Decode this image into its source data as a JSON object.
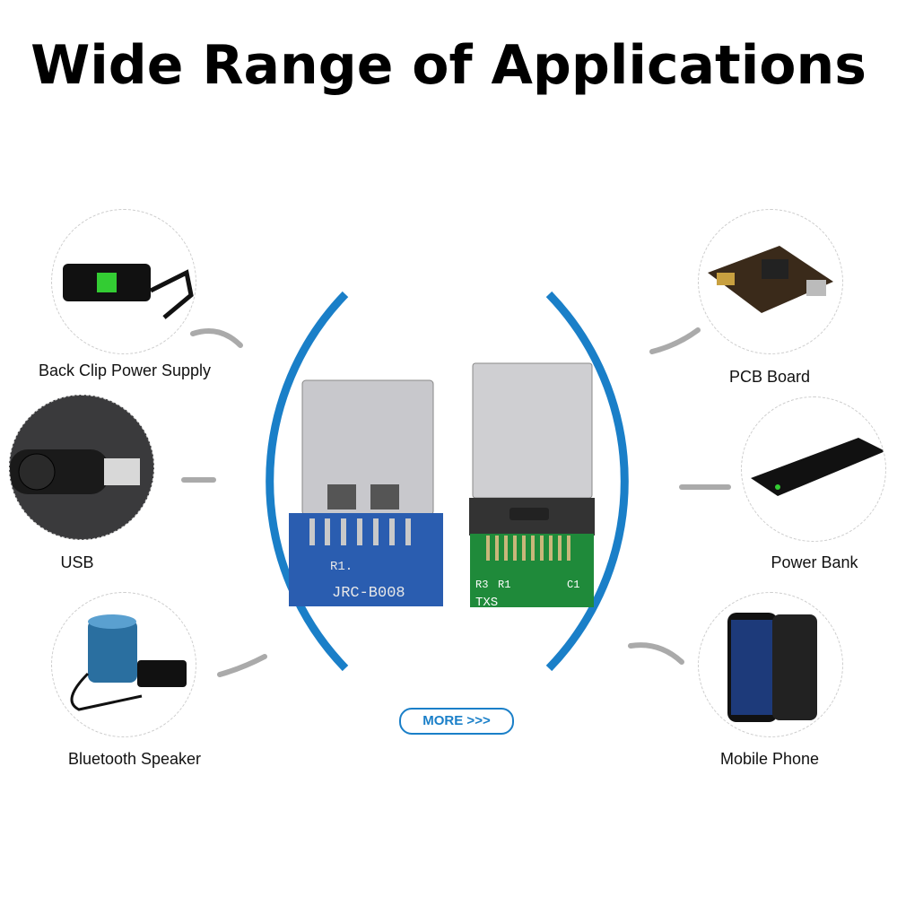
{
  "title": "Wide Range of Applications",
  "left_items": [
    {
      "label": "Back Clip Power Supply",
      "icon": "phone-battery-clip"
    },
    {
      "label": "USB",
      "icon": "usb-drive"
    },
    {
      "label": "Bluetooth Speaker",
      "icon": "bluetooth-speaker"
    }
  ],
  "right_items": [
    {
      "label": "PCB Board",
      "icon": "pcb-board"
    },
    {
      "label": "Power Bank",
      "icon": "power-bank"
    },
    {
      "label": "Mobile Phone",
      "icon": "mobile-phone"
    }
  ],
  "product": {
    "left_board_text": "JRC-B008",
    "left_board_ref": "R1.",
    "right_board_refs": [
      "R3",
      "TXS",
      "R1",
      "C1"
    ]
  },
  "more_button": "MORE >>>",
  "colors": {
    "accent": "#1a7fc8",
    "blue_pcb": "#2a5db0",
    "green_pcb": "#1f8a3a"
  }
}
